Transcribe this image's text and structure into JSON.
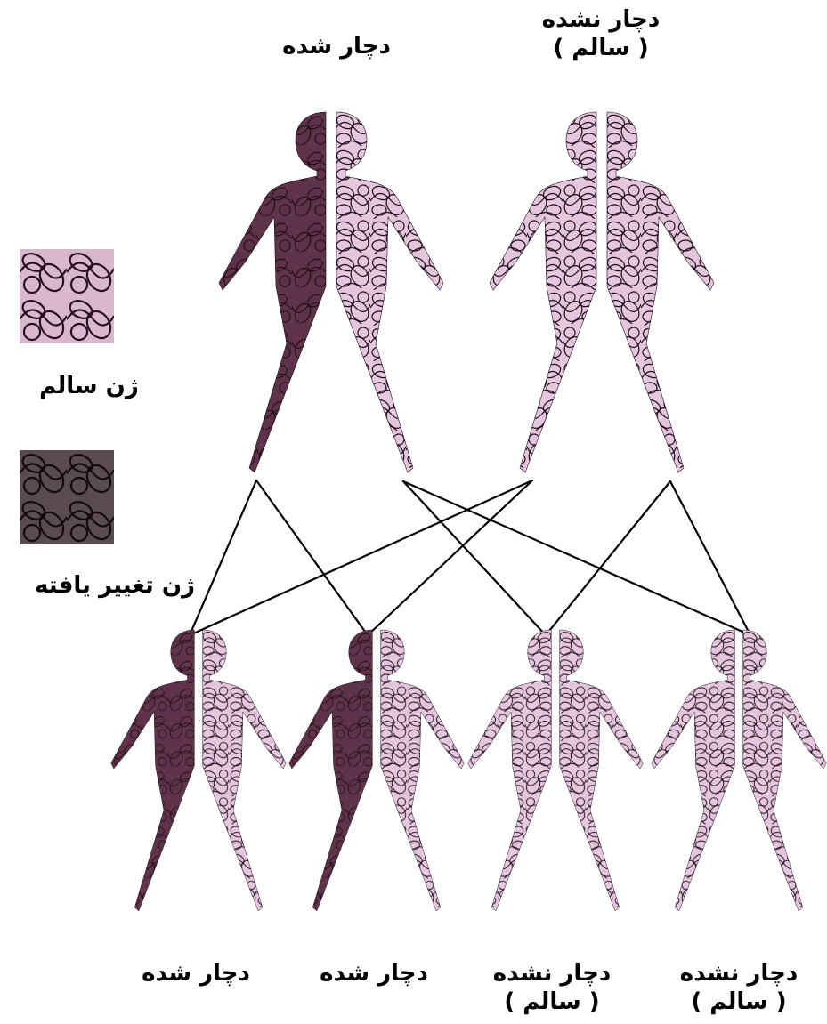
{
  "parents": [
    {
      "status": "affected",
      "line1": "دچار شده",
      "line2": ""
    },
    {
      "status": "healthy",
      "line1": "دچار نشده",
      "line2": "( سالم )"
    }
  ],
  "children": [
    {
      "status": "affected",
      "line1": "دچار شده",
      "line2": ""
    },
    {
      "status": "affected",
      "line1": "دچار شده",
      "line2": ""
    },
    {
      "status": "healthy",
      "line1": "دچار نشده",
      "line2": "( سالم )"
    },
    {
      "status": "healthy",
      "line1": "دچار نشده",
      "line2": "( سالم )"
    }
  ],
  "legend": {
    "healthy_gene": "ژن سالم",
    "mutated_gene": "ژن تغییر یافته"
  },
  "colors": {
    "healthy": "#e6c6de",
    "mutated": "#5e3248",
    "stroke": "#1a0f16",
    "connector": "#000000"
  }
}
